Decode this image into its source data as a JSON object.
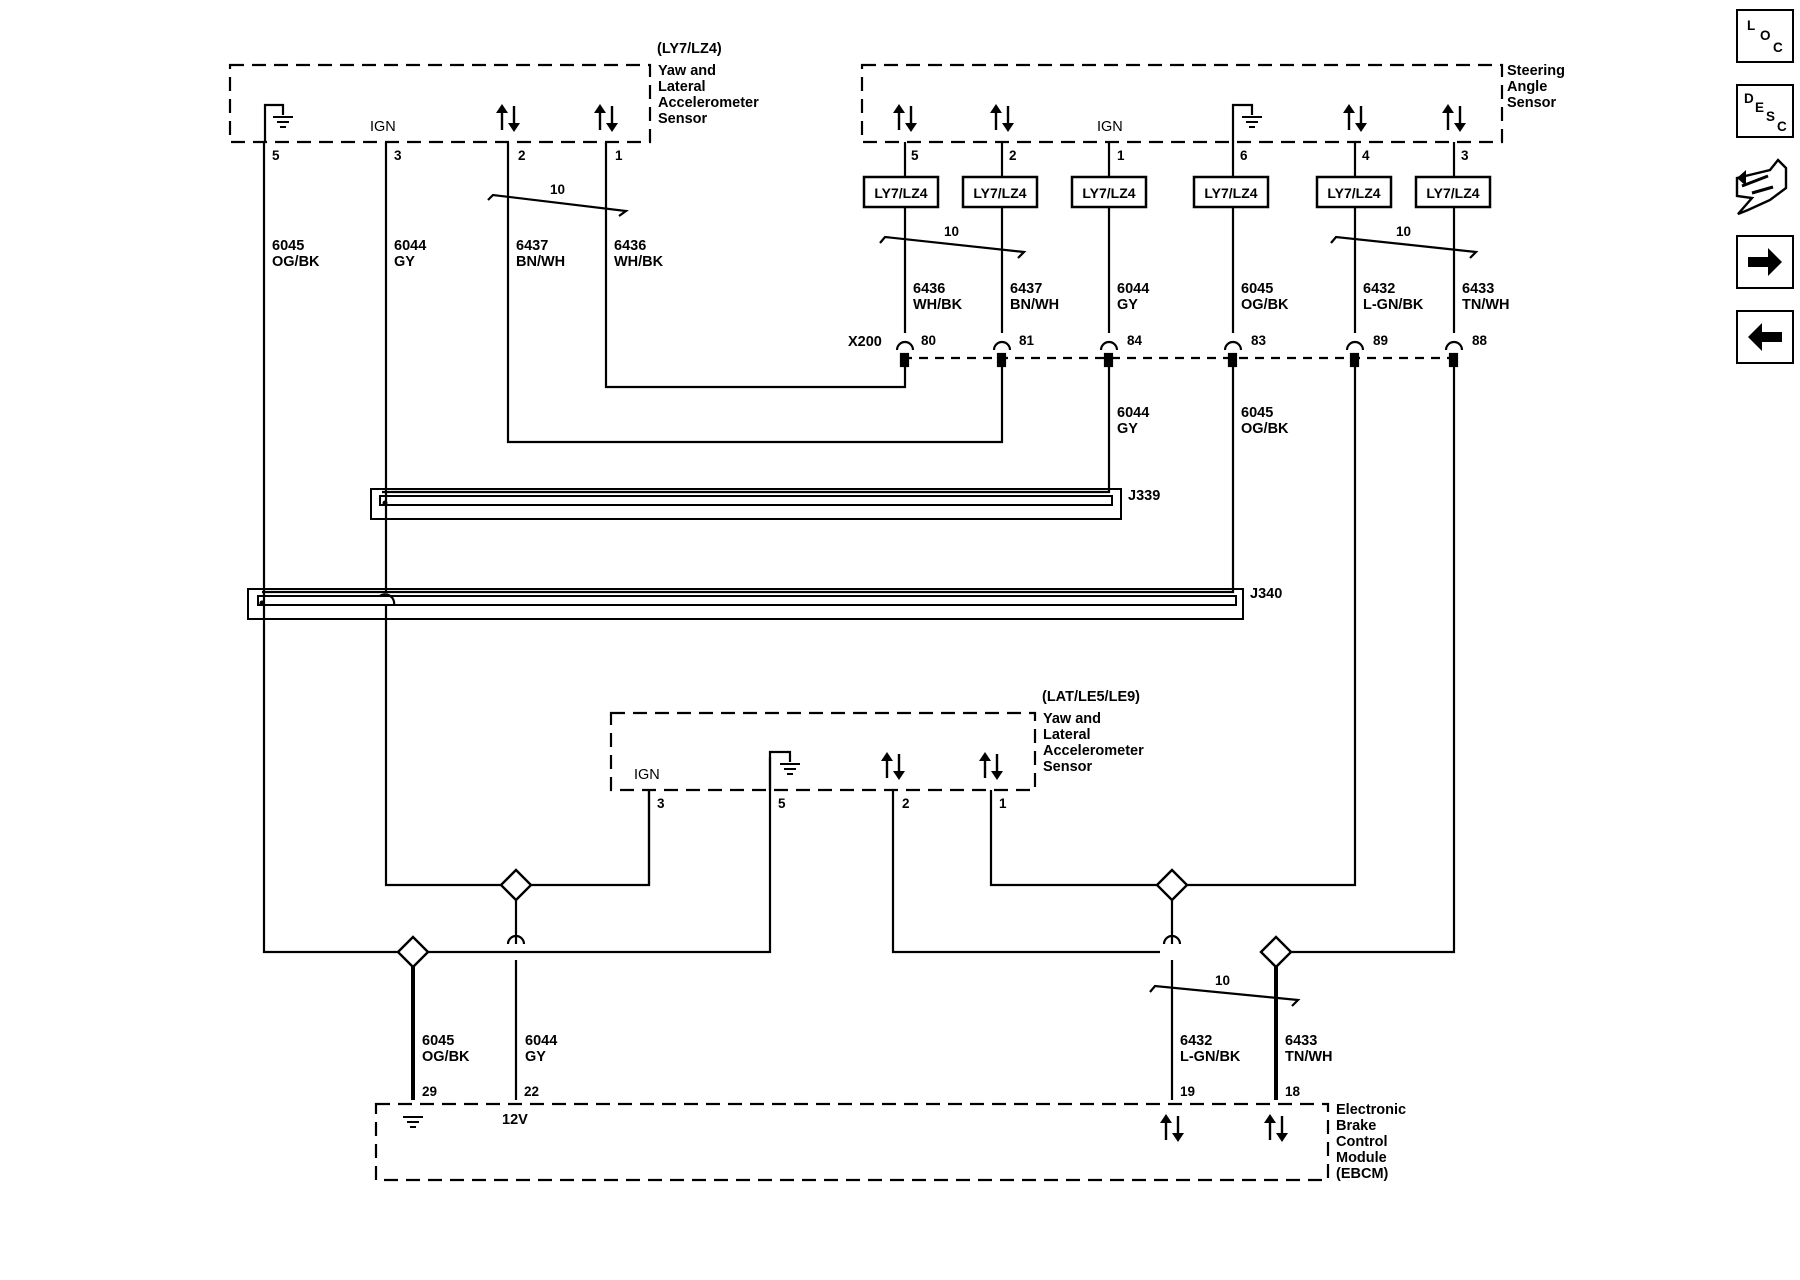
{
  "yaw1": {
    "option": "(LY7/LZ4)",
    "name": [
      "Yaw and",
      "Lateral",
      "Accelerometer",
      "Sensor"
    ],
    "ign": "IGN",
    "pins": [
      "5",
      "3",
      "2",
      "1"
    ]
  },
  "steering": {
    "name": [
      "Steering",
      "Angle",
      "Sensor"
    ],
    "ign": "IGN",
    "pins": [
      "5",
      "2",
      "1",
      "6",
      "4",
      "3"
    ],
    "option_labels": [
      "LY7/LZ4",
      "LY7/LZ4",
      "LY7/LZ4",
      "LY7/LZ4",
      "LY7/LZ4",
      "LY7/LZ4"
    ]
  },
  "yaw2": {
    "option": "(LAT/LE5/LE9)",
    "name": [
      "Yaw and",
      "Lateral",
      "Accelerometer",
      "Sensor"
    ],
    "ign": "IGN",
    "pins": [
      "3",
      "5",
      "2",
      "1"
    ]
  },
  "ebcm": {
    "name": [
      "Electronic",
      "Brake",
      "Control",
      "Module",
      "(EBCM)"
    ],
    "volt": "12V",
    "pins": [
      "29",
      "22",
      "19",
      "18"
    ]
  },
  "wires": {
    "w6045_a": [
      "6045",
      "OG/BK"
    ],
    "w6044_a": [
      "6044",
      "GY"
    ],
    "w6437_a": [
      "6437",
      "BN/WH"
    ],
    "w6436_a": [
      "6436",
      "WH/BK"
    ],
    "w6436_b": [
      "6436",
      "WH/BK"
    ],
    "w6437_b": [
      "6437",
      "BN/WH"
    ],
    "w6044_b": [
      "6044",
      "GY"
    ],
    "w6045_b": [
      "6045",
      "OG/BK"
    ],
    "w6432_b": [
      "6432",
      "L-GN/BK"
    ],
    "w6433_b": [
      "6433",
      "TN/WH"
    ],
    "w6044_c": [
      "6044",
      "GY"
    ],
    "w6045_c": [
      "6045",
      "OG/BK"
    ],
    "w6045_d": [
      "6045",
      "OG/BK"
    ],
    "w6044_d": [
      "6044",
      "GY"
    ],
    "w6432_d": [
      "6432",
      "L-GN/BK"
    ],
    "w6433_d": [
      "6433",
      "TN/WH"
    ]
  },
  "twist": [
    "10",
    "10",
    "10",
    "10"
  ],
  "x200": {
    "name": "X200",
    "pins": [
      "80",
      "81",
      "84",
      "83",
      "89",
      "88"
    ]
  },
  "junctions": [
    "J339",
    "J340"
  ],
  "nav": {
    "loc": [
      "L",
      "O",
      "C"
    ],
    "desc": [
      "D",
      "E",
      "S",
      "C"
    ],
    "icons": [
      "connector-end-view-icon",
      "next-arrow-icon",
      "previous-arrow-icon"
    ]
  }
}
